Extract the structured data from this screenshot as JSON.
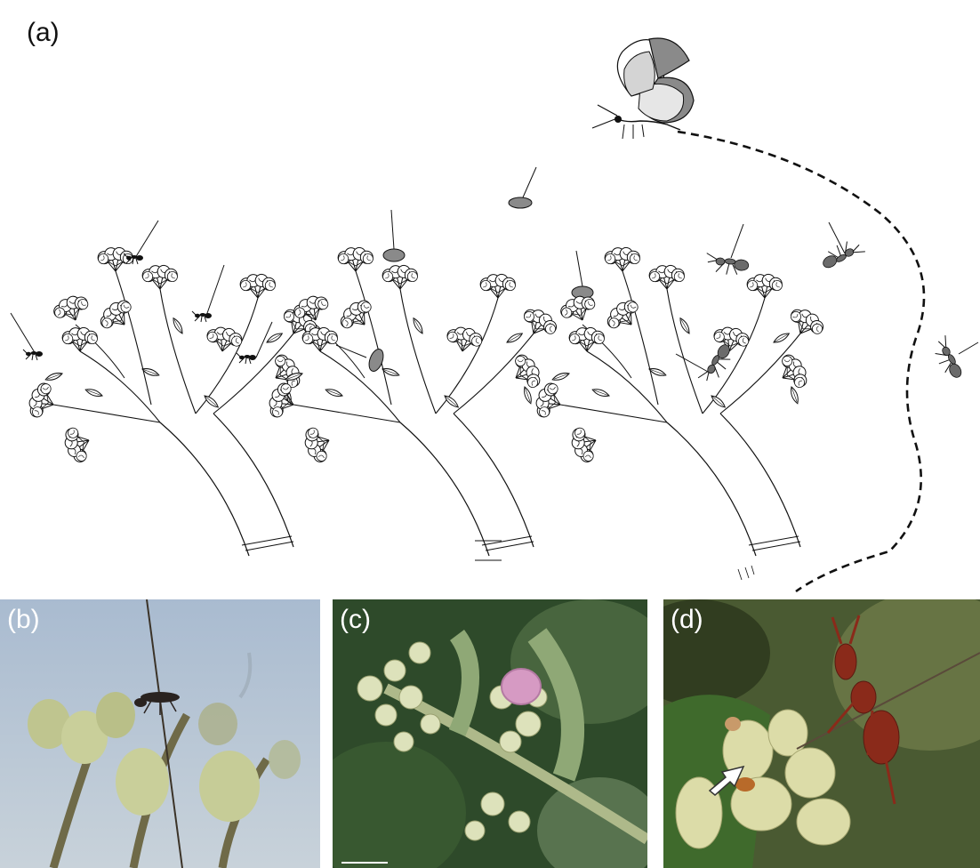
{
  "figure": {
    "panels": [
      {
        "id": "a",
        "label": "(a)",
        "kind": "illustration",
        "content": [
          "inflorescence-with-ants",
          "inflorescence-with-dummy-ants",
          "inflorescence-with-ants-and-butterfly"
        ]
      },
      {
        "id": "b",
        "label": "(b)",
        "kind": "photo"
      },
      {
        "id": "c",
        "label": "(c)",
        "kind": "photo"
      },
      {
        "id": "d",
        "label": "(d)",
        "kind": "photo"
      }
    ],
    "colors": {
      "line": "#111111",
      "dummy": "#8a8a8a",
      "ant_gray": "#6b6b6b",
      "sky": "#b7c6d6",
      "leaf_dark": "#2e4a2a",
      "bud": "#c9cf9a",
      "pink_disc": "#d69ac3",
      "ant_red": "#8a2a1a"
    }
  }
}
